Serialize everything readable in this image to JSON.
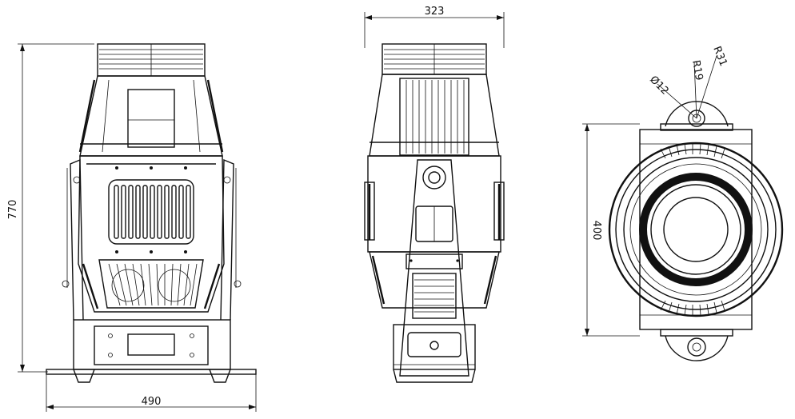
{
  "dimensions": {
    "front_height": "770",
    "front_width": "490",
    "side_width": "323",
    "top_height": "400",
    "ring_diameter": "Ø12",
    "radius_inner": "R19",
    "radius_outer": "R31"
  }
}
